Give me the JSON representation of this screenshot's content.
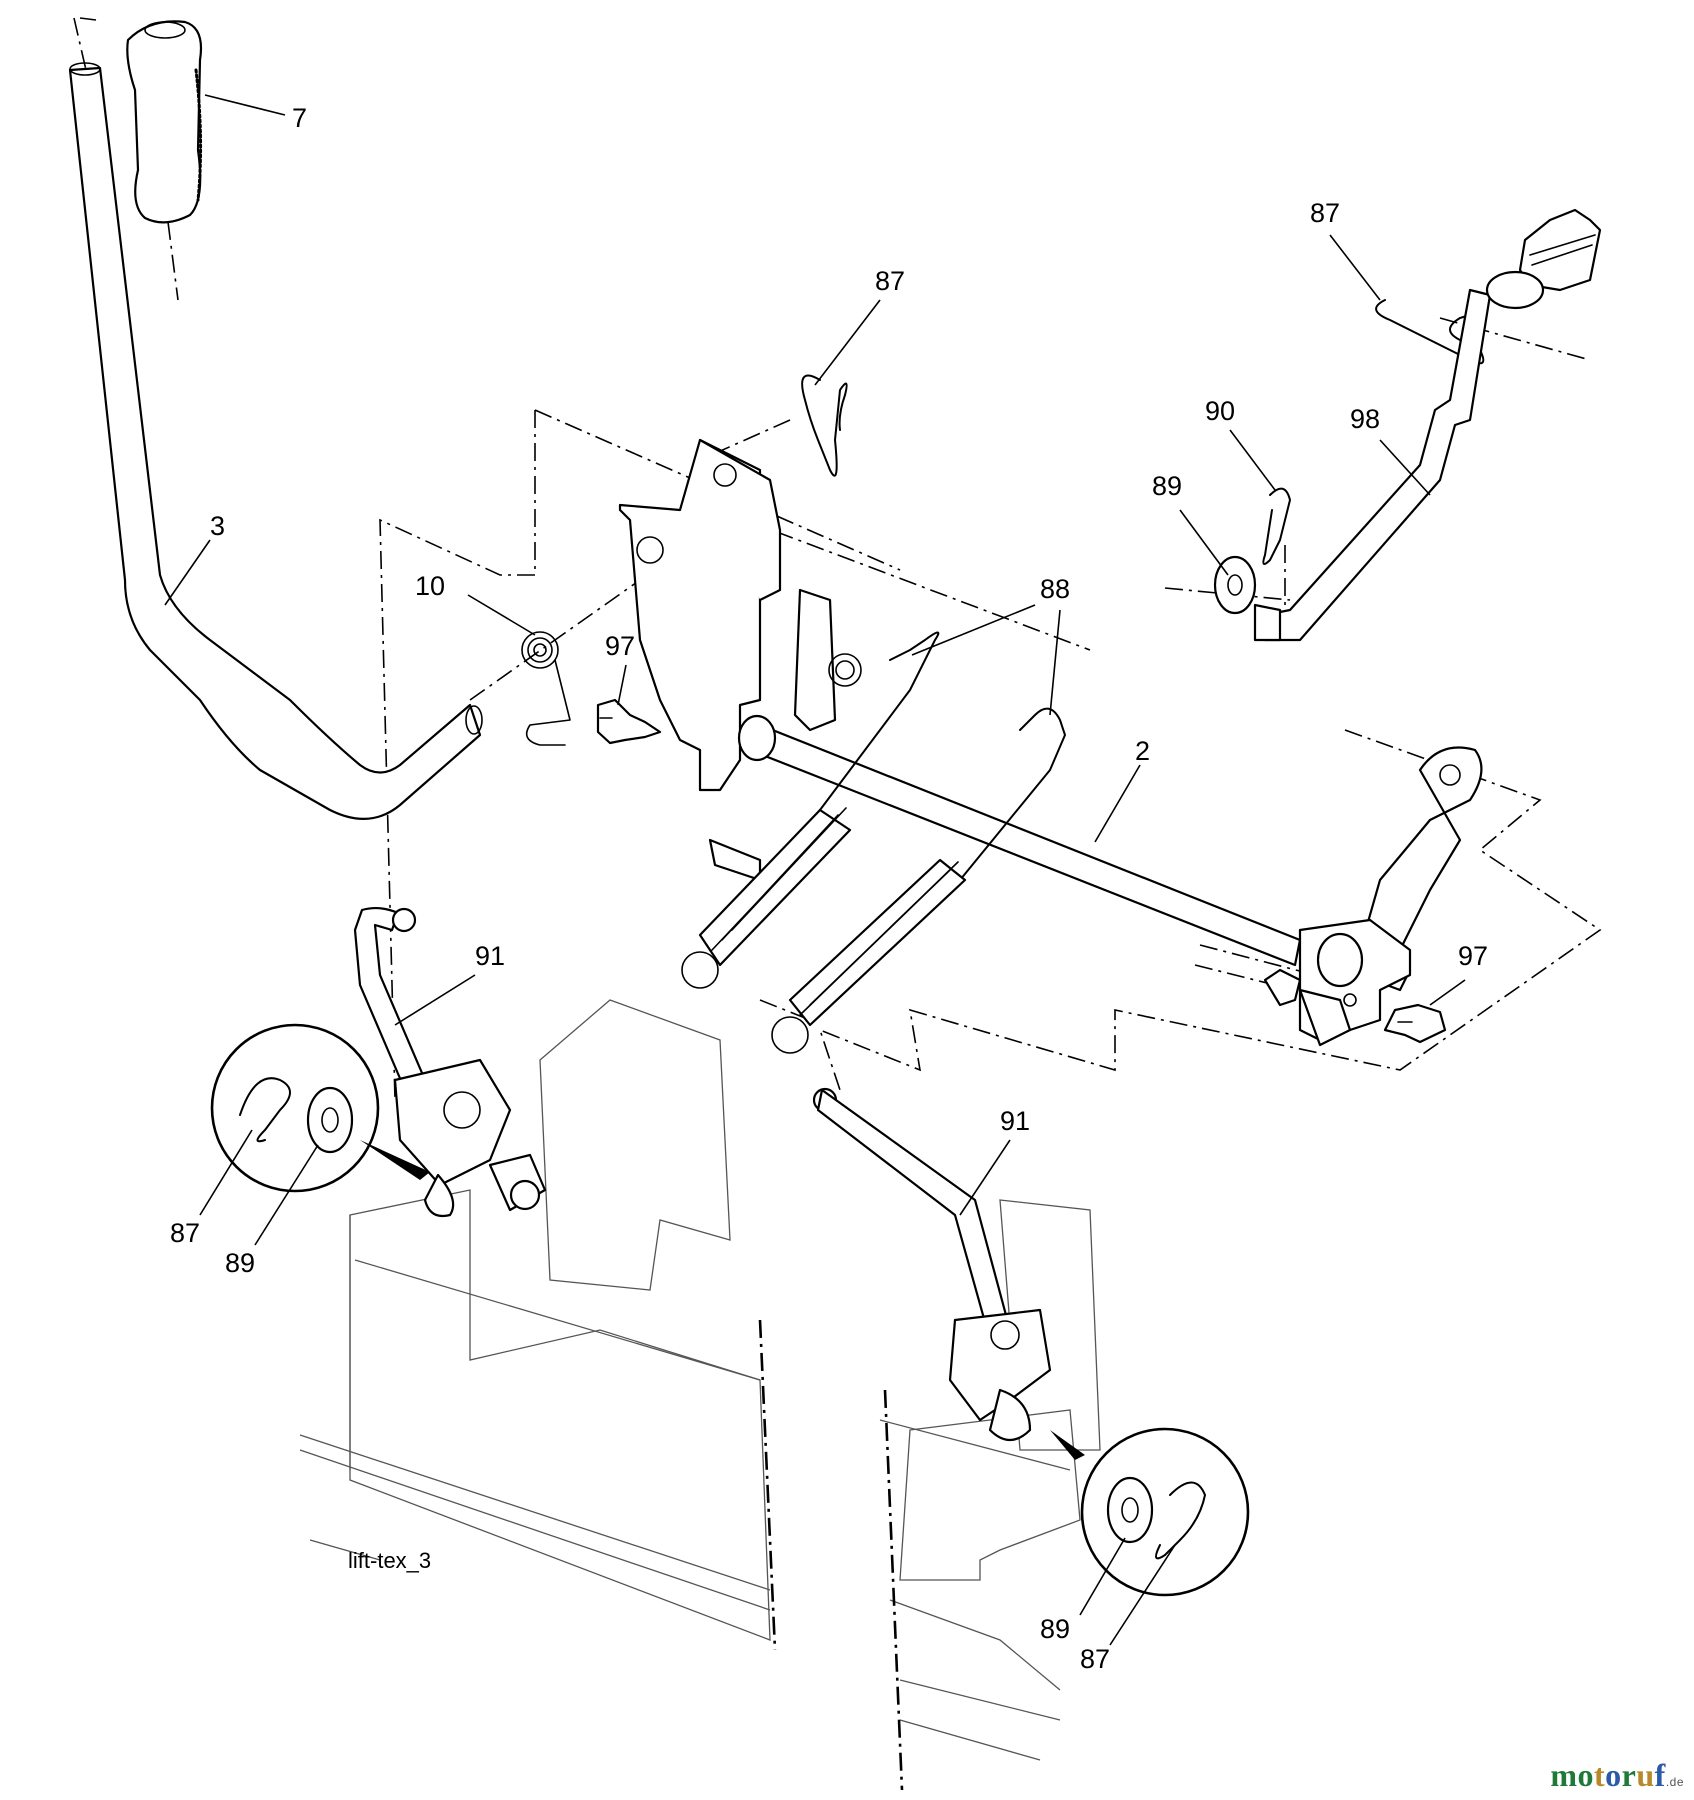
{
  "diagram": {
    "caption": "lift-tex_3",
    "watermark": {
      "letters": [
        {
          "char": "m",
          "color": "#1f7a3a"
        },
        {
          "char": "o",
          "color": "#1f7a3a"
        },
        {
          "char": "t",
          "color": "#b8892a"
        },
        {
          "char": "o",
          "color": "#2a5aa8"
        },
        {
          "char": "r",
          "color": "#1f7a3a"
        },
        {
          "char": "u",
          "color": "#b8892a"
        },
        {
          "char": "f",
          "color": "#2a5aa8"
        }
      ],
      "tld": ".de"
    },
    "callouts": [
      {
        "id": "c7",
        "label": "7"
      },
      {
        "id": "c3",
        "label": "3"
      },
      {
        "id": "c87a",
        "label": "87"
      },
      {
        "id": "c87b",
        "label": "87"
      },
      {
        "id": "c90",
        "label": "90"
      },
      {
        "id": "c98",
        "label": "98"
      },
      {
        "id": "c89a",
        "label": "89"
      },
      {
        "id": "c10",
        "label": "10"
      },
      {
        "id": "c97a",
        "label": "97"
      },
      {
        "id": "c88",
        "label": "88"
      },
      {
        "id": "c2",
        "label": "2"
      },
      {
        "id": "c97b",
        "label": "97"
      },
      {
        "id": "c91a",
        "label": "91"
      },
      {
        "id": "c91b",
        "label": "91"
      },
      {
        "id": "c87c",
        "label": "87"
      },
      {
        "id": "c89b",
        "label": "89"
      },
      {
        "id": "c89c",
        "label": "89"
      },
      {
        "id": "c87d",
        "label": "87"
      }
    ]
  }
}
